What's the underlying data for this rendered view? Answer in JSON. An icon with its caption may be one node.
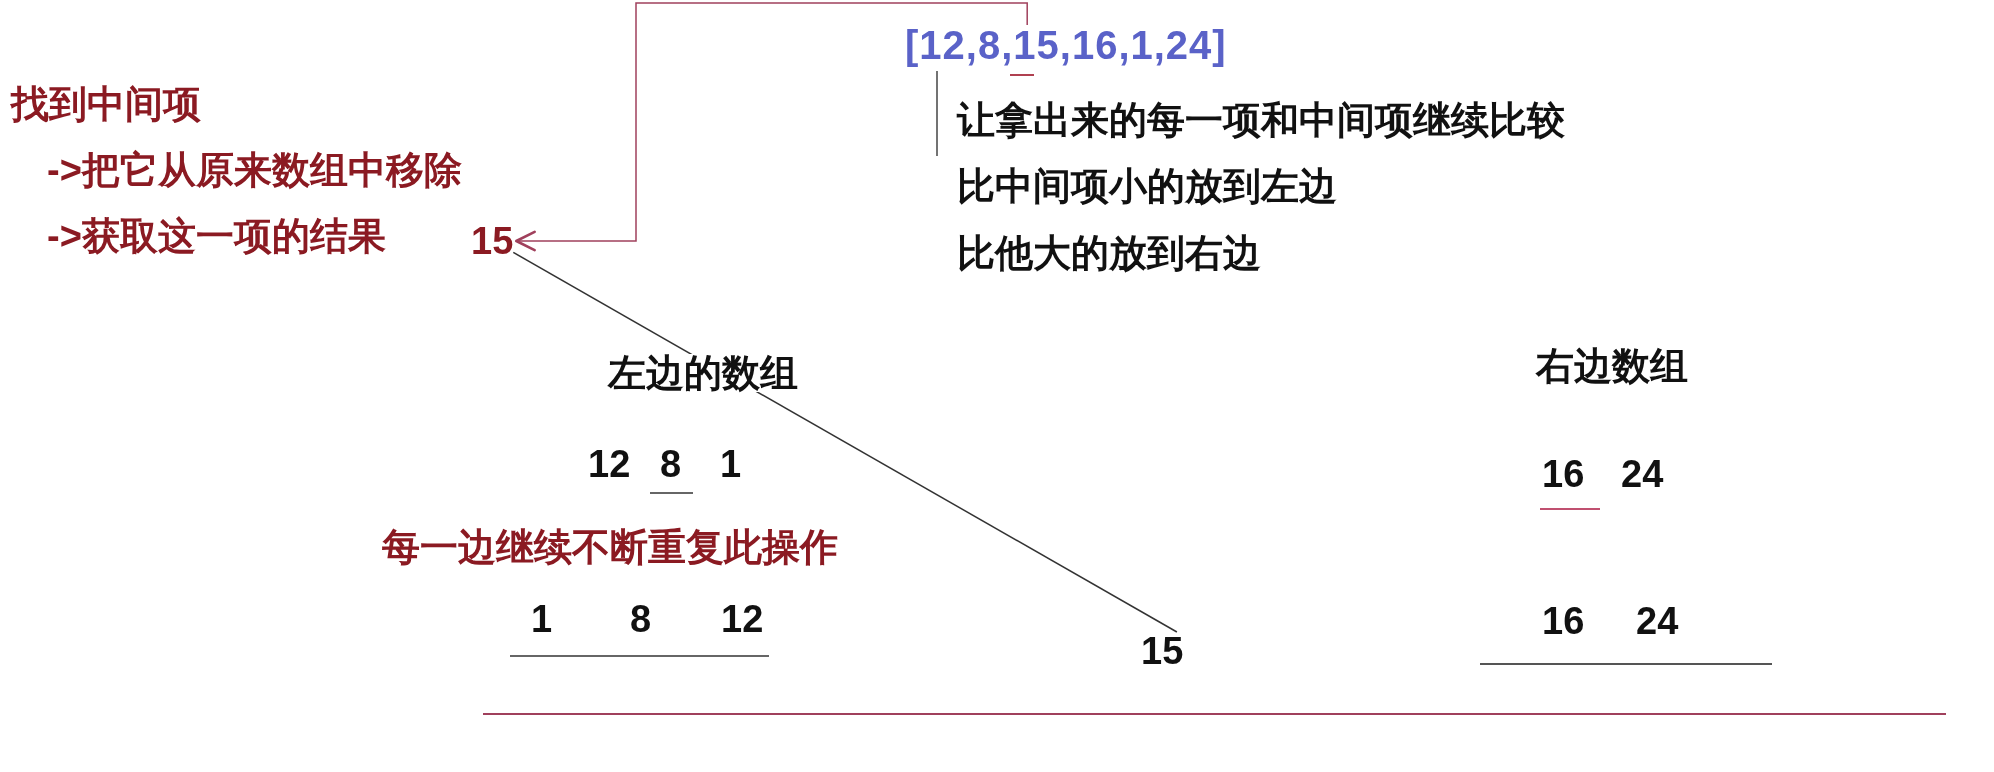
{
  "diagram": {
    "nodes": [
      {
        "text": [
          "[12,8,15,16,1,24]"
        ]
      },
      {
        "text": [
          "15"
        ]
      },
      {
        "text": [
          "15"
        ]
      }
    ],
    "edges": [
      {
        "from": 0,
        "to": 1,
        "arrow": "to",
        "color": "#a0405c"
      },
      {
        "from": 1,
        "to": 2,
        "arrow": "none",
        "color": "#333333"
      }
    ],
    "labels": [
      "找到中间项",
      "->把它从原来数组中移除",
      "->获取这一项的结果",
      "让拿出来的每一项和中间项继续比较",
      "比中间项小的放到左边",
      "比他大的放到右边",
      "左边的数组",
      "右边数组",
      "12",
      "8",
      "1",
      "16",
      "24",
      "每一边继续不断重复此操作",
      "1",
      "8",
      "12",
      "16",
      "24"
    ]
  }
}
